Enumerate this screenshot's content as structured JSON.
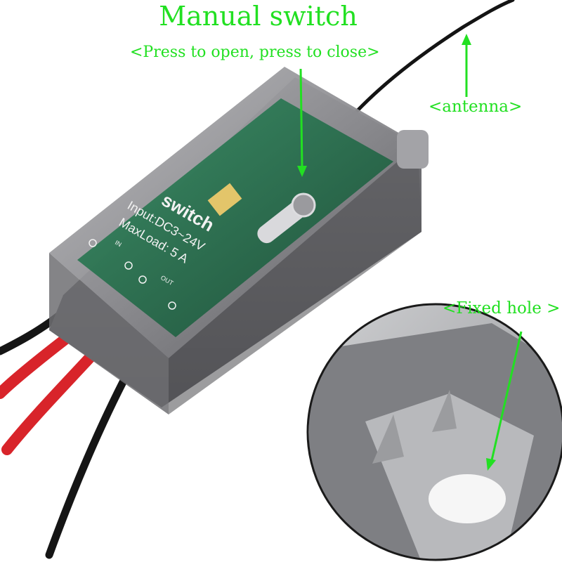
{
  "annotations": {
    "title": "Manual switch",
    "subtitle": "<Press to open, press to close>",
    "antenna": "<antenna>",
    "fixed_hole": "<Fixed hole >"
  },
  "device": {
    "brand": "switch",
    "input_spec": "Input:DC3~24V",
    "max_load": "MaxLoad: 5 A",
    "in_marking": "IN",
    "out_marking": "OUT"
  },
  "colors": {
    "annotation": "#22e022",
    "case": "#8a8a8c",
    "pcb": "#1f6e4a",
    "wire_red": "#d8242a",
    "wire_black": "#151515"
  }
}
